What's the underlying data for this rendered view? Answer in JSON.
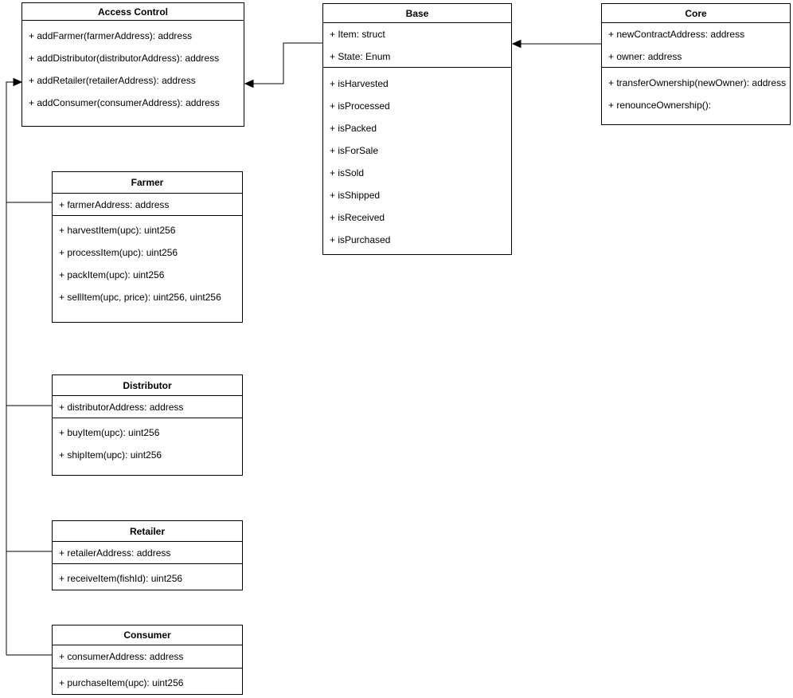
{
  "diagram": {
    "type": "uml-class-diagram",
    "colors": {
      "background": "#ffffff",
      "box_border": "#000000",
      "line": "#000000",
      "text": "#000000"
    },
    "classes": {
      "access_control": {
        "title": "Access Control",
        "attributes": [],
        "methods": [
          "+ addFarmer(farmerAddress): address",
          "+ addDistributor(distributorAddress): address",
          "+ addRetailer(retailerAddress): address",
          "+ addConsumer(consumerAddress): address"
        ]
      },
      "base": {
        "title": "Base",
        "attributes": [
          "+ Item: struct",
          "+ State: Enum"
        ],
        "methods": [
          "+ isHarvested",
          "+ isProcessed",
          "+ isPacked",
          "+ isForSale",
          "+ isSold",
          "+ isShipped",
          "+ isReceived",
          "+ isPurchased"
        ]
      },
      "core": {
        "title": "Core",
        "attributes": [
          "+ newContractAddress: address",
          "+ owner: address"
        ],
        "methods": [
          "+ transferOwnership(newOwner): address",
          "+ renounceOwnership():"
        ]
      },
      "farmer": {
        "title": "Farmer",
        "attributes": [
          "+ farmerAddress: address"
        ],
        "methods": [
          "+ harvestItem(upc): uint256",
          "+ processItem(upc): uint256",
          "+ packItem(upc): uint256",
          "+ sellItem(upc, price): uint256, uint256"
        ]
      },
      "distributor": {
        "title": "Distributor",
        "attributes": [
          "+ distributorAddress: address"
        ],
        "methods": [
          "+ buyItem(upc): uint256",
          "+ shipItem(upc): uint256"
        ]
      },
      "retailer": {
        "title": "Retailer",
        "attributes": [
          "+ retailerAddress: address"
        ],
        "methods": [
          "+ receiveItem(fishId): uint256"
        ]
      },
      "consumer": {
        "title": "Consumer",
        "attributes": [
          "+ consumerAddress: address"
        ],
        "methods": [
          "+ purchaseItem(upc): uint256"
        ]
      }
    },
    "edges": [
      {
        "from": "Core",
        "to": "Base",
        "style": "solid-arrow"
      },
      {
        "from": "Base",
        "to": "Access Control",
        "style": "solid-arrow"
      },
      {
        "from": "Farmer",
        "to": "Access Control",
        "style": "solid-arrow"
      },
      {
        "from": "Distributor",
        "to": "Access Control",
        "style": "solid-arrow"
      },
      {
        "from": "Retailer",
        "to": "Access Control",
        "style": "solid-arrow"
      },
      {
        "from": "Consumer",
        "to": "Access Control",
        "style": "solid-arrow"
      }
    ]
  }
}
